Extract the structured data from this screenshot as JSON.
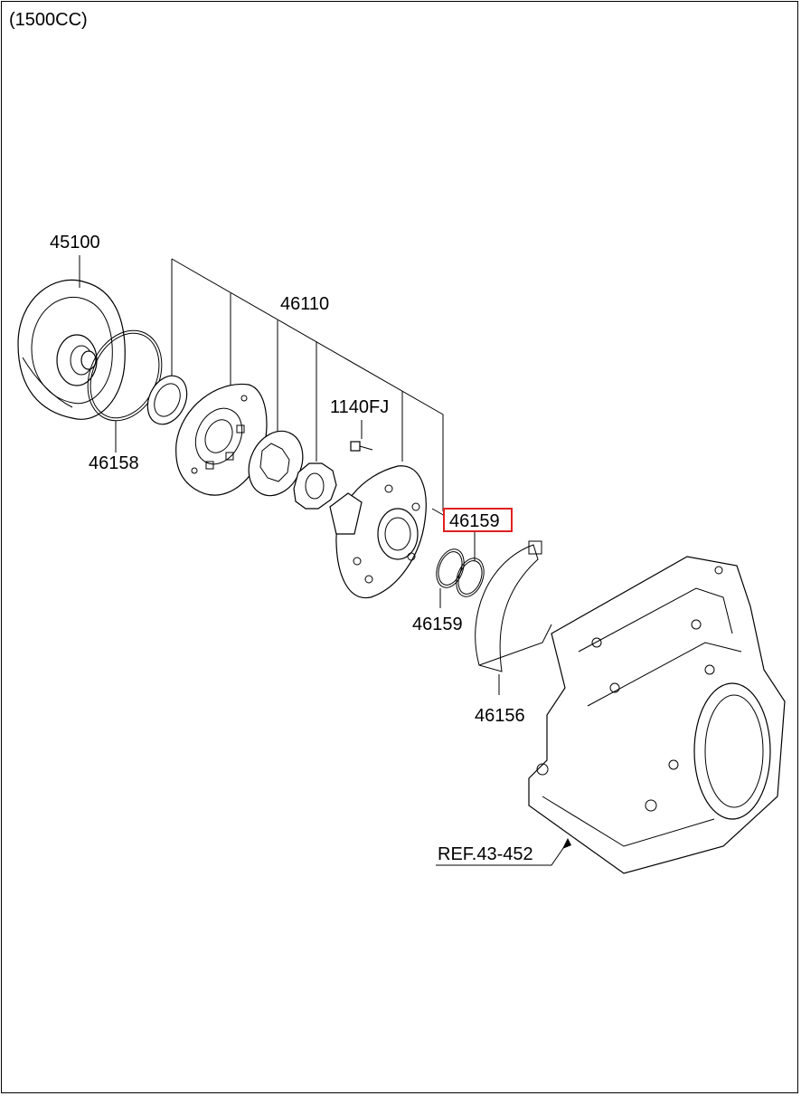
{
  "header": {
    "variant": "(1500CC)"
  },
  "callouts": {
    "torque_converter": "45100",
    "oil_pump_assy": "46110",
    "oring_converter": "46158",
    "bolt": "1140FJ",
    "seal_ring_highlighted": "46159",
    "seal_ring": "46159",
    "gasket": "46156",
    "case_ref": "REF.43-452"
  },
  "colors": {
    "highlight": "#e02020",
    "line": "#000000",
    "background": "#ffffff"
  }
}
